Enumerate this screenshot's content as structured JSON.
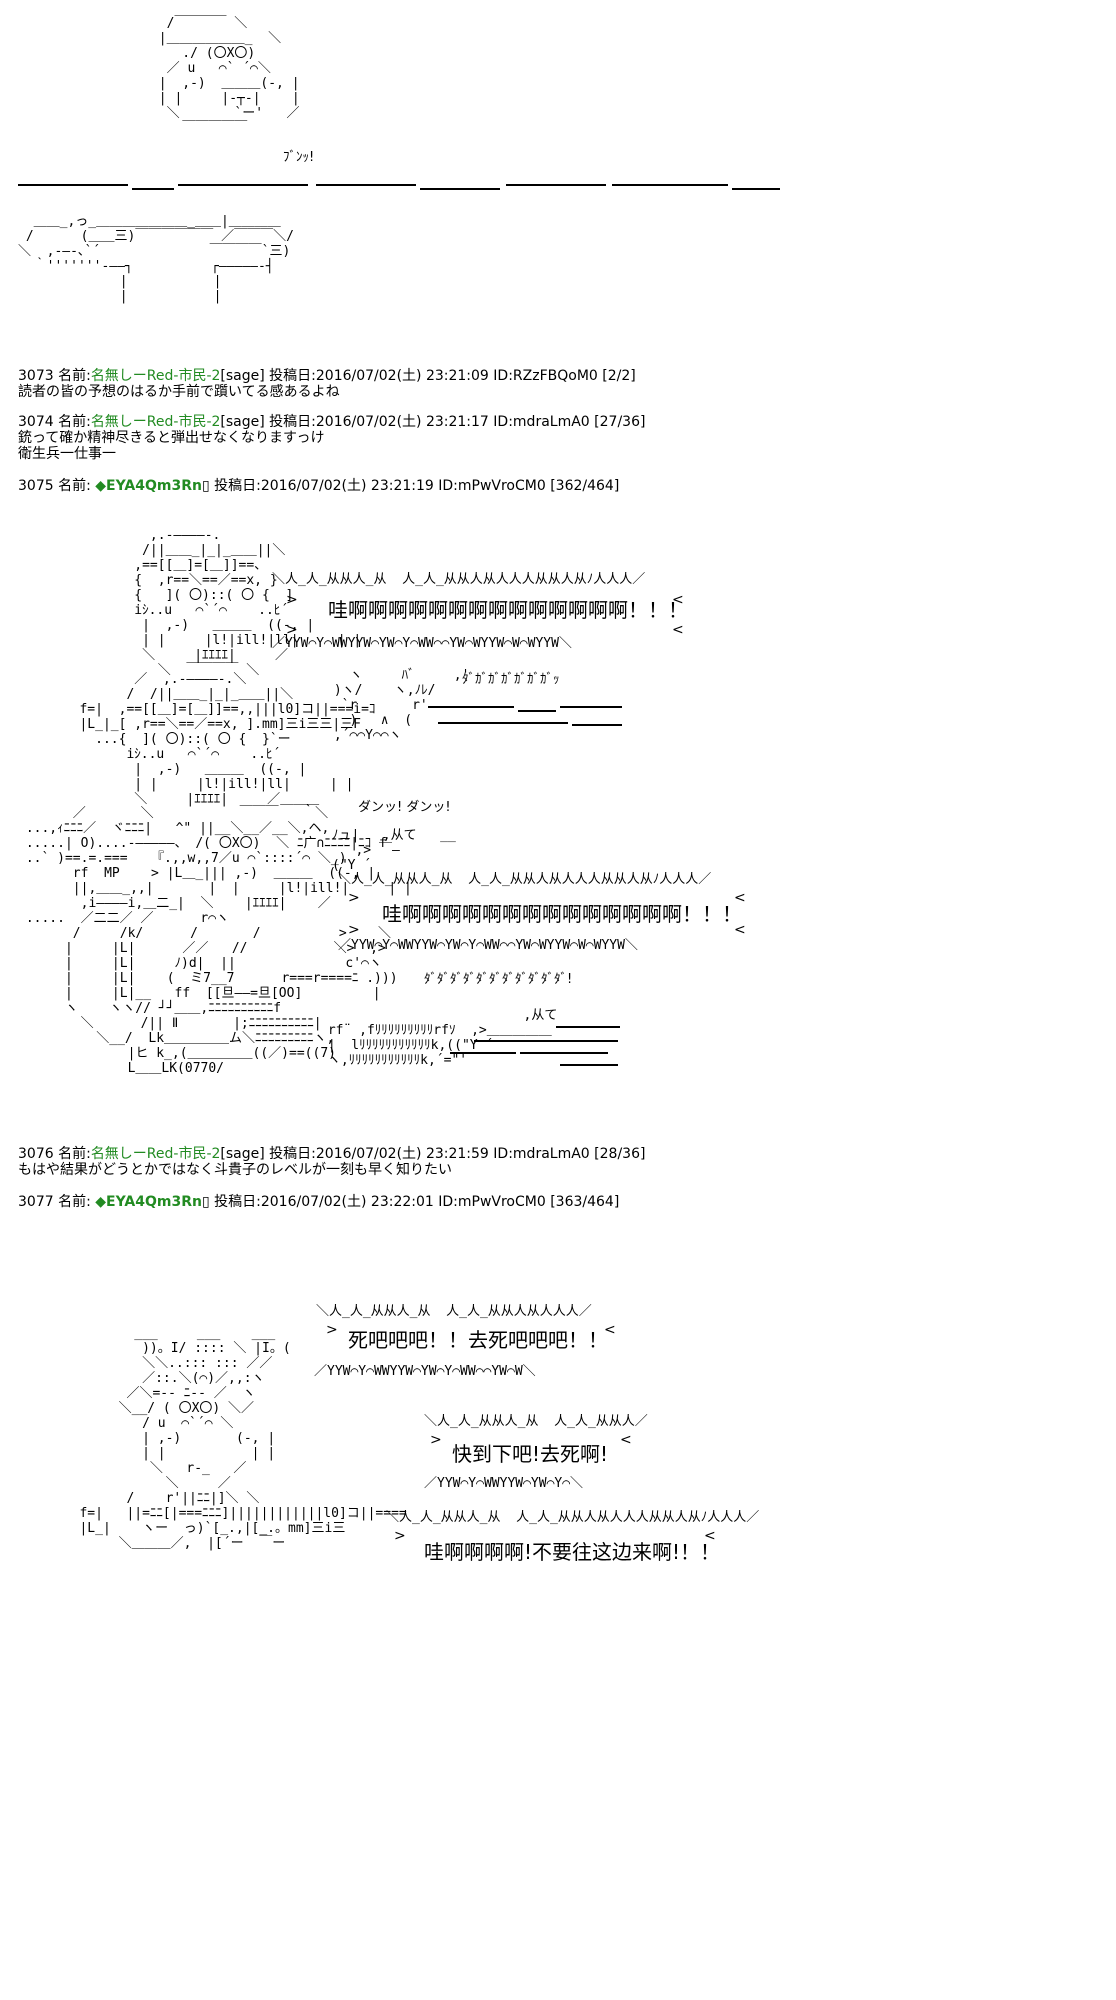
{
  "top_aa": {
    "face1": "        /￣￣￣￣ ＼\n       |＿＿＿＿＿＿_  ＼\n          ./ (〇X〇)\n        ／ u   ⌒` ´⌒＼\n       |  ,-)  ＿＿＿(-, |\n       | |     |-┬-|    |\n        ＼       `ー'   ／\n          ￣￣￣￣￣",
    "sfx1": "ﾌﾞﾝｯ!",
    "gun": "  ＿＿_,っ_＿＿＿＿＿＿＿_＿＿|＿＿＿＿\n /      (＿＿三)￣￣￣￣￣￣ ／￣￣￣＼/\n＼  ,-―‐､`´              ￣￣￣￣`三)\n  ｀'''''''-――┐          ┌―――――‐┤\n             |           |\n             |           |"
  },
  "posts": [
    {
      "num": "3073",
      "label": "名前:",
      "name": "名無しーRed-市民-2",
      "mail": "[sage]",
      "date_label": "投稿日:",
      "date": "2016/07/02(土) 23:21:09",
      "id": "ID:RZzFBQoM0",
      "count": "[2/2]",
      "body": "読者の皆の予想のはるか手前で躓いてる感あるよね"
    },
    {
      "num": "3074",
      "label": "名前:",
      "name": "名無しーRed-市民-2",
      "mail": "[sage]",
      "date_label": "投稿日:",
      "date": "2016/07/02(土) 23:21:17",
      "id": "ID:mdraLmA0",
      "count": "[27/36]",
      "body1": "銃って確か精神尽きると弾出せなくなりますっけ",
      "body2": "衛生兵一仕事一"
    },
    {
      "num": "3075",
      "label": "名前:",
      "trip": "◆EYA4Qm3Rn",
      "mark": "▯",
      "date_label": "投稿日:",
      "date": "2016/07/02(土) 23:21:19",
      "id": "ID:mPwVroCM0",
      "count": "[362/464]"
    },
    {
      "num": "3076",
      "label": "名前:",
      "name": "名無しーRed-市民-2",
      "mail": "[sage]",
      "date_label": "投稿日:",
      "date": "2016/07/02(土) 23:21:59",
      "id": "ID:mdraLmA0",
      "count": "[28/36]",
      "body": "もはや結果がどうとかではなく斗貴子のレベルが一刻も早く知りたい"
    },
    {
      "num": "3077",
      "label": "名前:",
      "trip": "◆EYA4Qm3Rn",
      "mark": "▯",
      "date_label": "投稿日:",
      "date": "2016/07/02(土) 23:22:01",
      "id": "ID:mPwVroCM0",
      "count": "[363/464]"
    }
  ],
  "mid_aa": {
    "fig1": "            ,.-――――-.\n           /||＿＿_|_|_＿＿||＼\n          ,==[[＿]=[＿]]==、\n          {  ,r==＼==／==x, }\n          {   ]( 〇)::( 〇 {  ]\n          iｼ..u   ⌒`´⌒    ..ﾋ´\n           |  ,-)   ＿＿＿  ((-, |\n           | |     |l!|ill!|ll|     | |\n           ＼     |ｴｴｴｴ|     ／\n             ＼  ￣￣￣￣ ＼",
    "fig2": "          ／  ,.-――――-.＼\n         /  /||＿＿_|_|_＿＿||＼\n   f=|  ,==[[＿]=[＿]]==,,|||l0]コ||===i=ｺ\n   |L_|_[ ,r==＼==／==x, ].mm]三i三三|三F\n     ...{  ]( 〇)::( 〇 {  }`ー\n         iｼ..u   ⌒`´⌒    ..ﾋ´\n          |  ,-)   ＿＿＿  ((-, |\n          | |     |l!|ill!|ll|     | |\n          ＼     |ｴｴｴｴ|     ／＿＿＿",
    "fig3": "       ／       ＼           ￣￣￣   ｀＼\n ...,ｨﾆﾆﾆ／  ヾﾆﾆﾆ|   ^\" ||__＼__／__＼,ヘ,\n .....| O)....-―――――、 /( 〇X〇)  ＼ ﾆ广∩ﾆﾆﾆﾆ|ﾆｺ f\n ..` )==.=.===   『.,,w,,7／u ⌒`::::´⌒ ＼_)\n       rf  MP    > |L＿_||| ,-)  ＿＿＿  ((-, |\n       ||,＿＿_,,|       |  |     |l!|ill!|     | |\n        ,i――――i,＿二_|  ＼    |ｴｴｴｴ|    ／\n .....  ／二二／ ／      r⌒ヽ\n       /     /k/      /       /          >    ＼\n      |     |L|      ／／   //           ＼>  ,>\n      |     |L|     ﾉ)d|  ||              c'⌒ヽ\n      |     |L|    (  ミ7__7      r===r====ﾆ .)))\n      |     |L|__   ff  [[旦――=旦[OO]         |\n      ヽ    ヽヽ// ┘┘＿＿,ﾆﾆﾆﾆﾆﾆﾆﾆﾆﾆf\n        ＼      /|| Ⅱ       |;ﾆﾆﾆﾆﾆﾆﾆﾆﾆﾆ|\n          ＼__/  Lk＿＿＿＿＿ム＼ﾆﾆﾆﾆﾆﾆﾆﾆﾆヽ,\n              |ヒ k_,(＿＿＿＿＿((／)==((7)\n              L＿＿LK(0770/",
    "shout1_top": "＼人_人_从从人_从  人_人_从从人从人人人从从人从ﾉ人人人／",
    "shout1_text": "哇啊啊啊啊啊啊啊啊啊啊啊啊啊啊！！！",
    "shout1_bot": "／YYW⌒Y⌒WWYYW⌒YW⌒Y⌒WW⌒⌒YW⌒WYYW⌒W⌒WYYW＼",
    "sfx_da": "ﾀﾞｶﾞｶﾞｶﾞｶﾞｶﾞｶﾞｯ",
    "burst": "   ヽ     ﾊﾞ     ,'\n )ヽ/    ヽ,ﾉﾚ/\n  `r       r'\n   )   ∧  (\n ,´⌒⌒Y⌒⌒ヽ",
    "sfx_dan": "ダンッ!   ダンッ!",
    "burst2": "ﾉュ|   ,从て   __\n   ,> ￣―\n(\"Y ´",
    "shout2_top": "＼人_人_从从人_从  人_人_从从人从人人人从从人从ﾉ人人人／",
    "shout2_text": "哇啊啊啊啊啊啊啊啊啊啊啊啊啊啊！！！",
    "shout2_bot": "／YYW⌒Y⌒WWYYW⌒YW⌒Y⌒WW⌒⌒YW⌒WYYW⌒W⌒WYYW＼",
    "sfx_dada": "ﾀﾞﾀﾞﾀﾞﾀﾞﾀﾞﾀﾞﾀﾞﾀﾞﾀﾞﾀﾞﾀﾞ!",
    "bullets": "                          ,从て\n rf¨ ,fﾘﾘﾘﾘﾘﾘﾘﾘﾘrfｿ  ,>＿＿＿＿＿\n |  lﾘﾘﾘﾘﾘﾘﾘﾘﾘﾘﾘk,((\"Y ´\n ヽ,ﾘﾘﾘﾘﾘﾘﾘﾘﾘﾘﾘk,´=\"'"
  },
  "bot_aa": {
    "shout3_top": "＼人_人_从从人_从  人_人_从从人从人人人／",
    "shout3_text": "死吧吧吧！！去死吧吧吧！！",
    "shout3_bot": "／YYW⌒Y⌒WWYYW⌒YW⌒Y⌒WW⌒⌒YW⌒W＼",
    "shout4_top": "＼人_人_从从人_从  人_人_从从人／",
    "shout4_text": "快到下吧!去死啊!",
    "shout4_bot": "／YYW⌒Y⌒WWYYW⌒YW⌒Y⌒＼",
    "shout5_top": "＼人_人_从从人_从  人_人_从从人从人人人从从人从ﾉ人人人／",
    "shout5_text": "哇啊啊啊啊!不要往这边来啊!！！",
    "fig4": "          ___     ___    ___\n           ))。I/ :::: ＼ |I。(\n           ＼＼..::: ::: ／／\n           ／::.＼(⌒)／,,:ヽ\n         ／＼=-- ﾆ-- ／  ヽ\n        ＼__/ ( 〇X〇) ＼／\n           / u  ⌒`´⌒ ＼\n           | ,-)       (-, |\n           | |           | |\n            ＼   r-_   ／\n              ＼     ／\n         /    r'||ﾆﾆ|]＼ ＼\n   f=|   ||=ﾆﾆ[|===ﾆﾆﾆ]||||||||||||l0]コ||====\n   |L_|    ヽー  っ)`[_.,|[_.。mm]三i三\n        ＼＿＿＿／,  |[´ー  ￣ー"
  }
}
